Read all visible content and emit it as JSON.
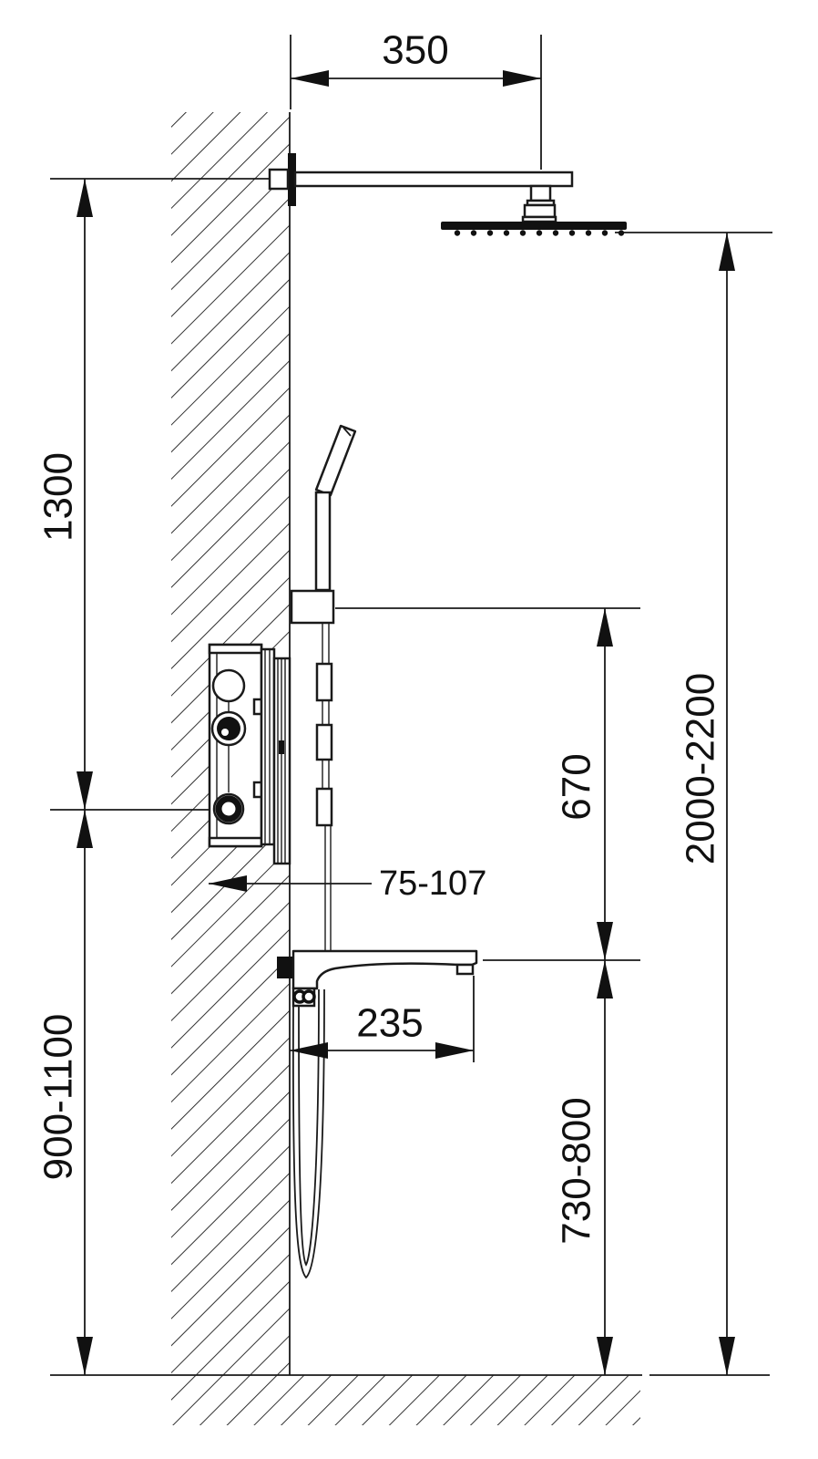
{
  "diagram": {
    "type": "technical-installation-drawing",
    "subject": "wall-mounted concealed shower system, side section with installation dimensions",
    "colors": {
      "line": "#1a1a1a",
      "background": "#ffffff",
      "solid_fill": "#111111"
    },
    "labels": {
      "arm_projection": "350",
      "upper_height": "1300",
      "valve_height_range": "900-1100",
      "overall_height_range": "2000-2200",
      "holder_to_spout": "670",
      "spout_height_range": "730-800",
      "spout_projection": "235",
      "valve_depth_range": "75-107"
    }
  }
}
